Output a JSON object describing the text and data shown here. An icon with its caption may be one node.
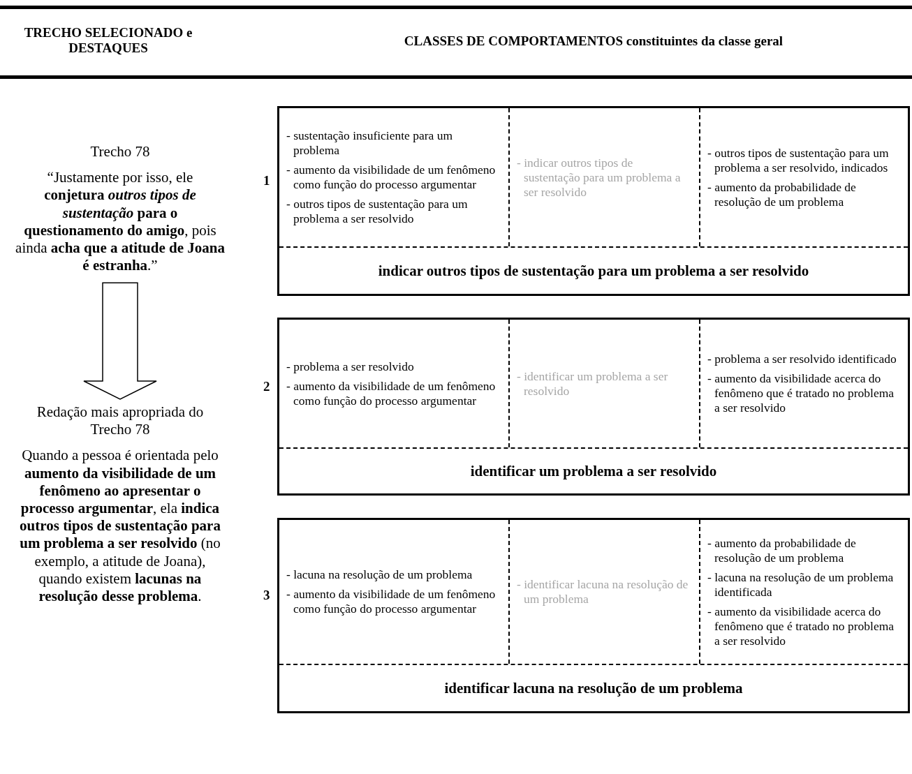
{
  "diagram": {
    "nodes": [
      {
        "text": [
          "Trecho 78",
          "“Justamente por isso, ele **conjetura *outros tipos de sustentação* para o questionamento do amigo**, pois ainda **acha que a atitude de Joana é estranha**.”"
        ]
      },
      {
        "text": [
          "Redação mais apropriada do Trecho 78",
          "Quando a pessoa é orientada pelo **aumento da visibilidade de um fenômeno ao apresentar o processo argumentar**, ela **indica outros tipos de sustentação para um problema a ser resolvido** (no exemplo, a atitude de Joana), quando existem **lacunas na resolução desse problema**."
        ]
      },
      {
        "text": [],
        "shape": "box",
        "beside": [
          "1"
        ]
      },
      {
        "text": [
          "- sustentação insuficiente para um problema",
          "- aumento da visibilidade de um fenômeno como função do processo argumentar",
          "- outros tipos de sustentação para um problema a ser resolvido"
        ],
        "in": 2
      },
      {
        "text": [
          "- indicar outros tipos de sustentação para um problema a ser resolvido"
        ],
        "in": 2
      },
      {
        "text": [
          "- outros tipos de sustentação para um problema a ser resolvido, indicados",
          "- aumento da probabilidade de resolução de um problema"
        ],
        "in": 2
      },
      {
        "text": [
          "indicar outros tipos de sustentação para um problema a ser resolvido"
        ],
        "in": 2
      },
      {
        "text": [],
        "shape": "box",
        "beside": [
          "2"
        ]
      },
      {
        "text": [
          "- problema a ser resolvido",
          "- aumento da visibilidade de um fenômeno como função do processo argumentar"
        ],
        "in": 7
      },
      {
        "text": [
          "- identificar um problema a ser resolvido"
        ],
        "in": 7
      },
      {
        "text": [
          "- problema a ser resolvido identificado",
          "- aumento da visibilidade acerca do fenômeno que é tratado no problema a ser resolvido"
        ],
        "in": 7
      },
      {
        "text": [
          "identificar um problema a ser resolvido"
        ],
        "in": 7
      },
      {
        "text": [],
        "shape": "box",
        "beside": [
          "3"
        ]
      },
      {
        "text": [
          "- lacuna na resolução de um problema",
          "- aumento da visibilidade de um fenômeno como função do processo argumentar"
        ],
        "in": 12
      },
      {
        "text": [
          "- identificar lacuna na resolução de um problema"
        ],
        "in": 12
      },
      {
        "text": [
          "- aumento da probabilidade de resolução de um problema",
          "- lacuna na resolução de um problema identificada",
          "- aumento da visibilidade acerca do fenômeno que é tratado no problema a ser resolvido"
        ],
        "in": 12
      },
      {
        "text": [
          "identificar lacuna na resolução de um problema"
        ],
        "in": 12
      }
    ],
    "edges": [
      {
        "from": 0,
        "to": 1,
        "arrow": "to"
      }
    ],
    "labels": [
      "TRECHO SELECIONADO e DESTAQUES",
      "CLASSES DE COMPORTAMENTOS constituintes da classe geral"
    ]
  }
}
